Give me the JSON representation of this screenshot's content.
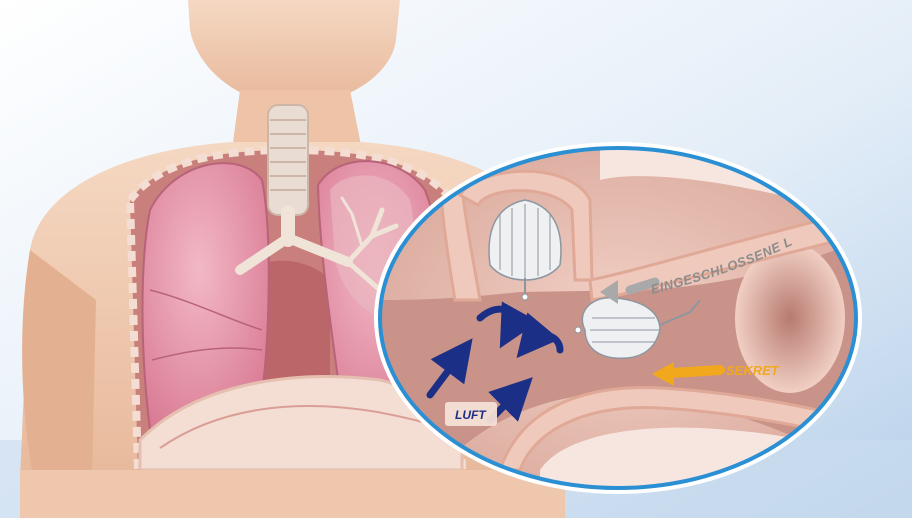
{
  "labels": {
    "trapped_air": "EINGESCHLOSSENE LUFT",
    "secretion": "SEKRET",
    "air": "LUFT"
  },
  "colors": {
    "trapped_air_arrow": "#a9a9a9",
    "secretion_arrow": "#f2a81c",
    "air_arrow": "#1c2f86",
    "lens_border": "#2a8fd3",
    "lung_tissue": "#e596a8",
    "airway_wall": "#f0c9bd",
    "skin": "#efc7ad",
    "background": "#dbe8f5"
  },
  "icons": {
    "valve": "one-way-valve-icon",
    "air_flow": "curved-arrow-icon"
  }
}
